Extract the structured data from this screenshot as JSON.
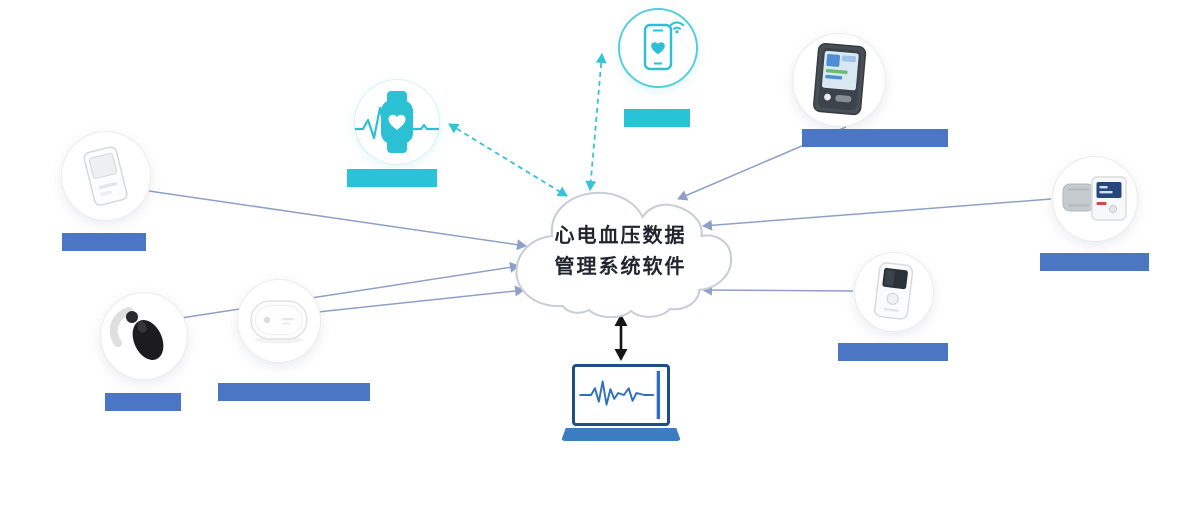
{
  "cloud": {
    "title_line1": "心电血压数据",
    "title_line2": "管理系统软件"
  },
  "nodes": [
    {
      "id": "handheld-ecg-device",
      "label_text": "",
      "label_style": "blue-bar"
    },
    {
      "id": "smartwatch",
      "label_text": "",
      "label_style": "cyan-bar"
    },
    {
      "id": "smartphone-app",
      "label_text": "",
      "label_style": "cyan-bar"
    },
    {
      "id": "bedside-ecg-monitor",
      "label_text": "",
      "label_style": "blue-bar"
    },
    {
      "id": "bp-monitor-with-cuff",
      "label_text": "",
      "label_style": "blue-bar"
    },
    {
      "id": "ear-ecg-sensor",
      "label_text": "",
      "label_style": "blue-bar"
    },
    {
      "id": "ecg-patch-recorder",
      "label_text": "",
      "label_style": "blue-bar"
    },
    {
      "id": "holter-recorder",
      "label_text": "",
      "label_style": "blue-bar"
    }
  ],
  "laptop": {
    "id": "laptop-workstation",
    "screen_content": "ecg-waveform"
  },
  "edges": [
    {
      "from": "handheld-ecg-device",
      "to": "cloud",
      "line": "solid",
      "arrow": "into-cloud"
    },
    {
      "from": "ear-ecg-sensor",
      "to": "cloud",
      "line": "solid",
      "arrow": "into-cloud"
    },
    {
      "from": "ecg-patch-recorder",
      "to": "cloud",
      "line": "solid",
      "arrow": "into-cloud"
    },
    {
      "from": "bedside-ecg-monitor",
      "to": "cloud",
      "line": "solid",
      "arrow": "into-cloud"
    },
    {
      "from": "bp-monitor-with-cuff",
      "to": "cloud",
      "line": "solid",
      "arrow": "into-cloud"
    },
    {
      "from": "holter-recorder",
      "to": "cloud",
      "line": "solid",
      "arrow": "into-cloud"
    },
    {
      "from": "cloud",
      "to": "smartwatch",
      "line": "dashed",
      "arrow": "both"
    },
    {
      "from": "cloud",
      "to": "smartphone-app",
      "line": "dashed",
      "arrow": "both"
    },
    {
      "from": "cloud",
      "to": "laptop-workstation",
      "line": "solid-bold",
      "arrow": "both"
    }
  ],
  "palette": {
    "teal_accent": "#2bc0d4",
    "cyan_label": "#29c3d8",
    "blue_label": "#4b76c4",
    "connector_gray": "#8fa0c8",
    "connector_cyan": "#35c3d8",
    "arrow_black": "#151515",
    "laptop_blue": "#3c7dc1"
  }
}
